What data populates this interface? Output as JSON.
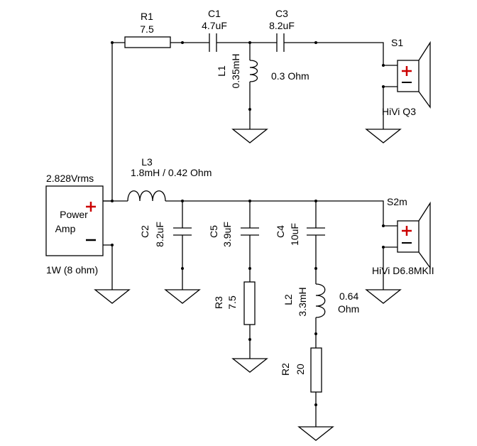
{
  "source": {
    "voltage": "2.828Vrms",
    "name_line1": "Power",
    "name_line2": "Amp",
    "power_rating": "1W (8 ohm)"
  },
  "components": {
    "r1": {
      "ref": "R1",
      "value": "7.5"
    },
    "c1": {
      "ref": "C1",
      "value": "4.7uF"
    },
    "c3": {
      "ref": "C3",
      "value": "8.2uF"
    },
    "l1": {
      "ref": "L1",
      "value": "0.35mH",
      "resistance": "0.3 Ohm"
    },
    "l3": {
      "ref": "L3",
      "value": "1.8mH / 0.42 Ohm"
    },
    "c2": {
      "ref": "C2",
      "value": "8.2uF"
    },
    "c5": {
      "ref": "C5",
      "value": "3.9uF"
    },
    "c4": {
      "ref": "C4",
      "value": "10uF"
    },
    "r3": {
      "ref": "R3",
      "value": "7.5"
    },
    "l2": {
      "ref": "L2",
      "value": "3.3mH",
      "resistance_line1": "0.64",
      "resistance_line2": "Ohm"
    },
    "r2": {
      "ref": "R2",
      "value": "20"
    }
  },
  "speakers": {
    "s1": {
      "ref": "S1",
      "model": "HiVi Q3"
    },
    "s2": {
      "ref": "S2m",
      "model": "HiVi D6.8MKII"
    }
  },
  "colors": {
    "wire": "#000000",
    "polarity_plus": "#cc0000"
  }
}
